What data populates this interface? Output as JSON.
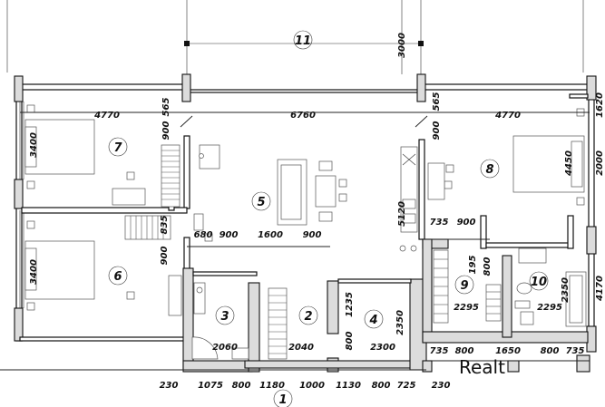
{
  "rooms": [
    "1",
    "2",
    "3",
    "4",
    "5",
    "6",
    "7",
    "8",
    "9",
    "10",
    "11"
  ],
  "dims_top": [
    "4770",
    "6760",
    "4770"
  ],
  "dims_v_top": [
    "565",
    "900",
    "3000",
    "565",
    "900"
  ],
  "dims_inner": [
    "680",
    "900",
    "1600",
    "900",
    "735",
    "900"
  ],
  "dims_v_mid": [
    "835",
    "900",
    "5120",
    "195",
    "800",
    "1235",
    "800"
  ],
  "dims_rooms": [
    "2060",
    "2040",
    "2300",
    "2295",
    "2295"
  ],
  "dims_v_rooms": [
    "3400",
    "3400",
    "4450",
    "2350",
    "2350"
  ],
  "dims_bottom": [
    "230",
    "1075",
    "800",
    "1180",
    "1000",
    "1130",
    "800",
    "725",
    "230"
  ],
  "dims_bottom_right": [
    "735",
    "800",
    "1650",
    "800",
    "735"
  ],
  "dims_edge": [
    "1620",
    "2000",
    "4170"
  ],
  "watermark": "Realt"
}
